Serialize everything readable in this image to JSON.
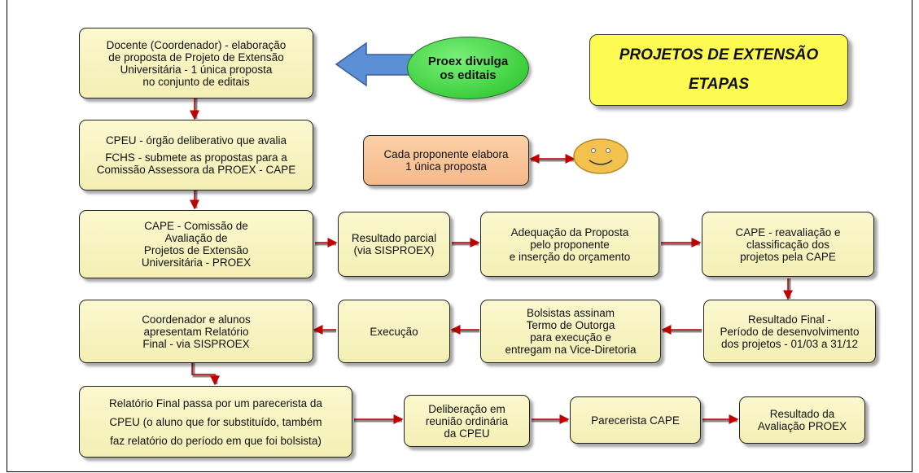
{
  "title": {
    "line1": "PROJETOS DE EXTENSÃO",
    "line2": "ETAPAS"
  },
  "announcement": {
    "line1": "Proex divulga",
    "line2": "os editais"
  },
  "proponent_note": {
    "line1": "Cada proponente elabora",
    "line2": "1 única proposta"
  },
  "steps": {
    "docente": [
      "Docente (Coordenador) - elaboração",
      "de proposta de Projeto de Extensão",
      "Universitária - 1 única proposta",
      "no conjunto de editais"
    ],
    "cpeu": [
      "CPEU - órgão deliberativo que avalia",
      "",
      "FCHS - submete as propostas para a",
      "Comissão Assessora da PROEX - CAPE"
    ],
    "cape": [
      "CAPE - Comissão de",
      "Avaliação de",
      "Projetos de Extensão",
      "Universitária - PROEX"
    ],
    "resultado_parcial": [
      "Resultado parcial",
      "(via SISPROEX)"
    ],
    "adequacao": [
      "Adequação da Proposta",
      "pelo proponente",
      "e inserção do orçamento"
    ],
    "reavaliacao": [
      "CAPE - reavaliação e",
      "classificação dos",
      "projetos pela CAPE"
    ],
    "resultado_final": [
      "Resultado Final -",
      "Período de desenvolvimento",
      "dos projetos - 01/03 a 31/12"
    ],
    "bolsistas": [
      "Bolsistas assinam",
      "Termo de Outorga",
      "para execução e",
      "entregam na Vice-Diretoria"
    ],
    "execucao": [
      "Execução"
    ],
    "relatorio_coord": [
      "Coordenador e alunos",
      "apresentam Relatório",
      "Final - via SISPROEX"
    ],
    "relatorio_final": [
      "Relatório Final passa por um parecerista da",
      "",
      "CPEU (o aluno que for substituído, também",
      "",
      "faz relatório do período em que foi bolsista)"
    ],
    "deliberacao": [
      "Deliberação em",
      "reunião ordinária",
      "da CPEU"
    ],
    "parecerista": [
      "Parecerista CAPE"
    ],
    "avaliacao": [
      "Resultado da",
      "Avaliação PROEX"
    ]
  },
  "colors": {
    "box_fill": "#f7f3c0",
    "title_fill": "#fdfb52",
    "ellipse_fill": "#3fd43f",
    "orange_fill": "#f8c496",
    "arrow_red": "#c00000",
    "big_arrow_blue": "#5b8fd6",
    "smiley_fill": "#f2c14e"
  },
  "icons": [
    "smiley-face-icon",
    "left-arrow-icon"
  ]
}
